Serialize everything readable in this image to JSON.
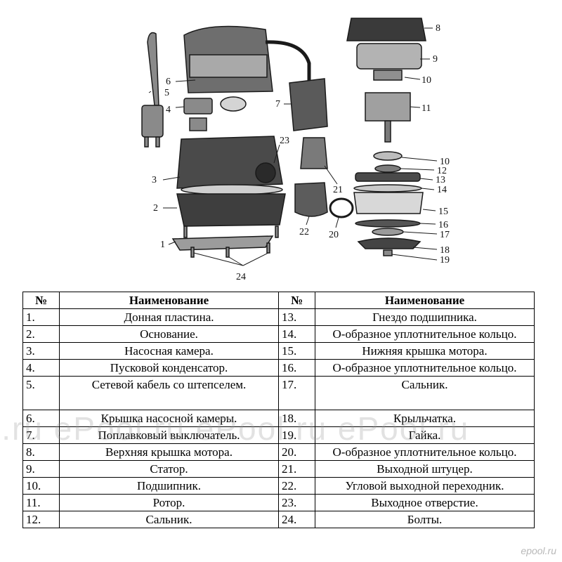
{
  "diagram": {
    "callouts": [
      "1",
      "2",
      "3",
      "4",
      "5",
      "6",
      "7",
      "8",
      "9",
      "10",
      "10",
      "11",
      "12",
      "13",
      "14",
      "15",
      "16",
      "17",
      "18",
      "19",
      "20",
      "21",
      "22",
      "23",
      "24"
    ]
  },
  "table": {
    "headers": {
      "num": "№",
      "name": "Наименование"
    },
    "rows": [
      {
        "left": {
          "num": "1.",
          "name": "Донная пластина."
        },
        "right": {
          "num": "13.",
          "name": "Гнездо подшипника."
        }
      },
      {
        "left": {
          "num": "2.",
          "name": "Основание."
        },
        "right": {
          "num": "14.",
          "name": "О-образное уплотнительное кольцо."
        }
      },
      {
        "left": {
          "num": "3.",
          "name": "Насосная камера."
        },
        "right": {
          "num": "15.",
          "name": "Нижняя крышка мотора."
        }
      },
      {
        "left": {
          "num": "4.",
          "name": "Пусковой конденсатор."
        },
        "right": {
          "num": "16.",
          "name": "О-образное уплотнительное кольцо."
        }
      },
      {
        "left": {
          "num": "5.",
          "name": "Сетевой кабель со штепселем."
        },
        "right": {
          "num": "17.",
          "name": "Сальник."
        }
      },
      {
        "left": {
          "num": "6.",
          "name": "Крышка насосной камеры."
        },
        "right": {
          "num": "18.",
          "name": "Крыльчатка."
        }
      },
      {
        "left": {
          "num": "7.",
          "name": "Поплавковый выключатель."
        },
        "right": {
          "num": "19.",
          "name": "Гайка."
        }
      },
      {
        "left": {
          "num": "8.",
          "name": "Верхняя крышка мотора."
        },
        "right": {
          "num": "20.",
          "name": "О-образное уплотнительное кольцо."
        }
      },
      {
        "left": {
          "num": "9.",
          "name": "Статор."
        },
        "right": {
          "num": "21.",
          "name": "Выходной штуцер."
        }
      },
      {
        "left": {
          "num": "10.",
          "name": "Подшипник."
        },
        "right": {
          "num": "22.",
          "name": "Угловой выходной переходник."
        }
      },
      {
        "left": {
          "num": "11.",
          "name": "Ротор."
        },
        "right": {
          "num": "23.",
          "name": "Выходное отверстие."
        }
      },
      {
        "left": {
          "num": "12.",
          "name": "Сальник."
        },
        "right": {
          "num": "24.",
          "name": "Болты."
        }
      }
    ]
  },
  "watermark": {
    "text": "l.ru ePool.ru ePool.ru ePool.ru"
  },
  "corner_logo": {
    "text": "epool.ru"
  }
}
